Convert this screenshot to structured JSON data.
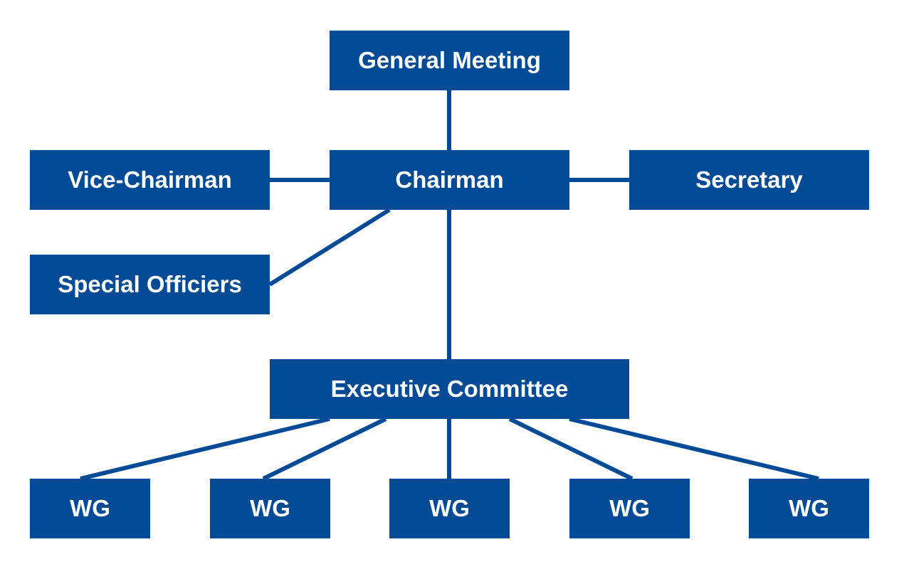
{
  "colors": {
    "box_fill": "#004a96",
    "box_text": "#ffffff",
    "connector": "#004a96",
    "background": "#ffffff"
  },
  "nodes": {
    "general_meeting": "General Meeting",
    "chairman": "Chairman",
    "vice_chairman": "Vice-Chairman",
    "secretary": "Secretary",
    "special_officers": "Special Officiers",
    "executive_committee": "Executive Committee",
    "working_groups": [
      "WG",
      "WG",
      "WG",
      "WG",
      "WG"
    ]
  }
}
